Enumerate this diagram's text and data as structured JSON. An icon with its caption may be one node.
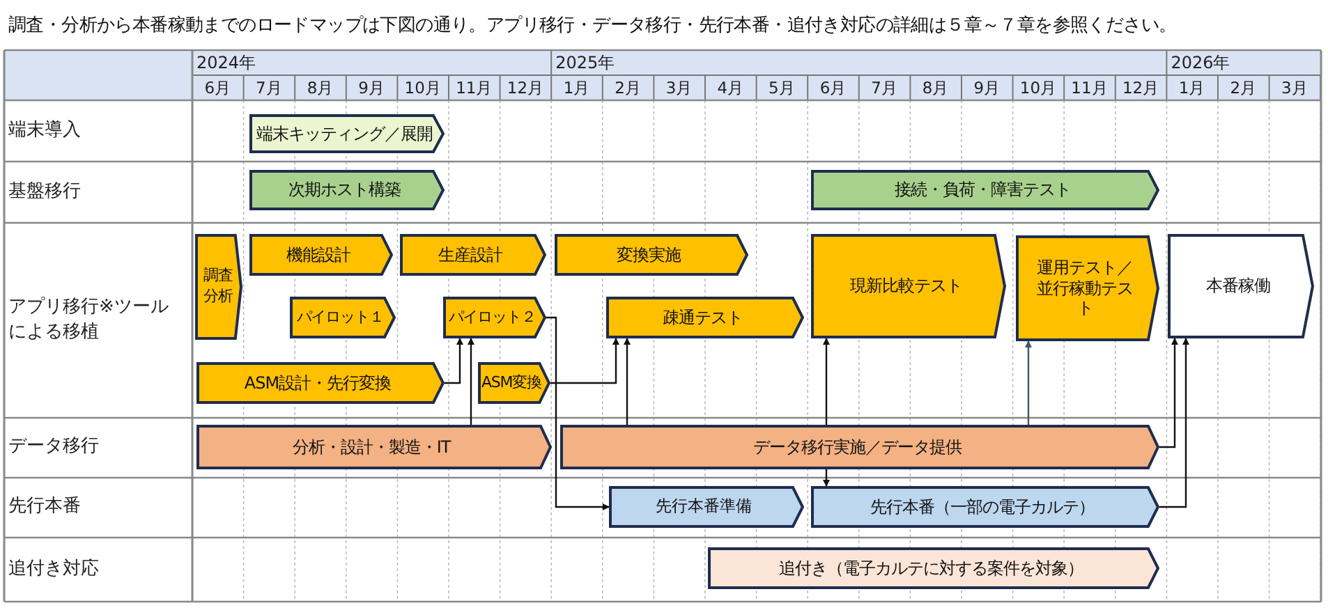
{
  "diagram": {
    "title": "調査・分析から本番稼動までのロードマップは下図の通り。アプリ移行・データ移行・先行本番・追付き対応の詳細は５章～７章を参照ください。",
    "nodes": [
      {
        "text": [
          "端末キッティング／展開"
        ]
      },
      {
        "text": [
          "次期ホスト構築"
        ]
      },
      {
        "text": [
          "接続・負荷・障害テスト"
        ]
      },
      {
        "text": [
          "調査分析"
        ]
      },
      {
        "text": [
          "機能設計"
        ]
      },
      {
        "text": [
          "生産設計"
        ]
      },
      {
        "text": [
          "変換実施"
        ]
      },
      {
        "text": [
          "現新比較テスト"
        ]
      },
      {
        "text": [
          "運用テスト／並行稼動テスト"
        ]
      },
      {
        "text": [
          "本番稼働"
        ]
      },
      {
        "text": [
          "パイロット１"
        ]
      },
      {
        "text": [
          "パイロット２"
        ]
      },
      {
        "text": [
          "疎通テスト"
        ]
      },
      {
        "text": [
          "ASM設計・先行変換"
        ]
      },
      {
        "text": [
          "ASM変換"
        ]
      },
      {
        "text": [
          "分析・設計・製造・IT"
        ]
      },
      {
        "text": [
          "データ移行実施／データ提供"
        ]
      },
      {
        "text": [
          "先行本番準備"
        ]
      },
      {
        "text": [
          "先行本番（一部の電子カルテ）"
        ]
      },
      {
        "text": [
          "追付き（電子カルテに対する案件を対象）"
        ]
      }
    ],
    "edges": [
      {
        "from": 13,
        "to": 11,
        "arrow": "to"
      },
      {
        "from": 15,
        "to": 11,
        "arrow": "to"
      },
      {
        "from": 11,
        "to": 17,
        "arrow": "to"
      },
      {
        "from": 14,
        "to": 12,
        "arrow": "to"
      },
      {
        "from": 16,
        "to": 12,
        "arrow": "to"
      },
      {
        "from": 16,
        "to": 7,
        "arrow": "to"
      },
      {
        "from": 16,
        "to": 18,
        "arrow": "to"
      },
      {
        "from": 16,
        "to": 8,
        "arrow": "to",
        "color": "#44546a"
      },
      {
        "from": 16,
        "to": 9,
        "arrow": "to"
      },
      {
        "from": 18,
        "to": 9,
        "arrow": "to"
      }
    ],
    "labels": [
      "2024年",
      "2025年",
      "2026年",
      "6月",
      "7月",
      "8月",
      "9月",
      "10月",
      "11月",
      "12月",
      "1月",
      "2月",
      "3月",
      "4月",
      "5月",
      "6月",
      "7月",
      "8月",
      "9月",
      "10月",
      "11月",
      "12月",
      "1月",
      "2月",
      "3月",
      "端末導入",
      "基盤移行",
      "アプリ移行※ツールによる移植",
      "データ移行",
      "先行本番",
      "追付き対応"
    ]
  }
}
